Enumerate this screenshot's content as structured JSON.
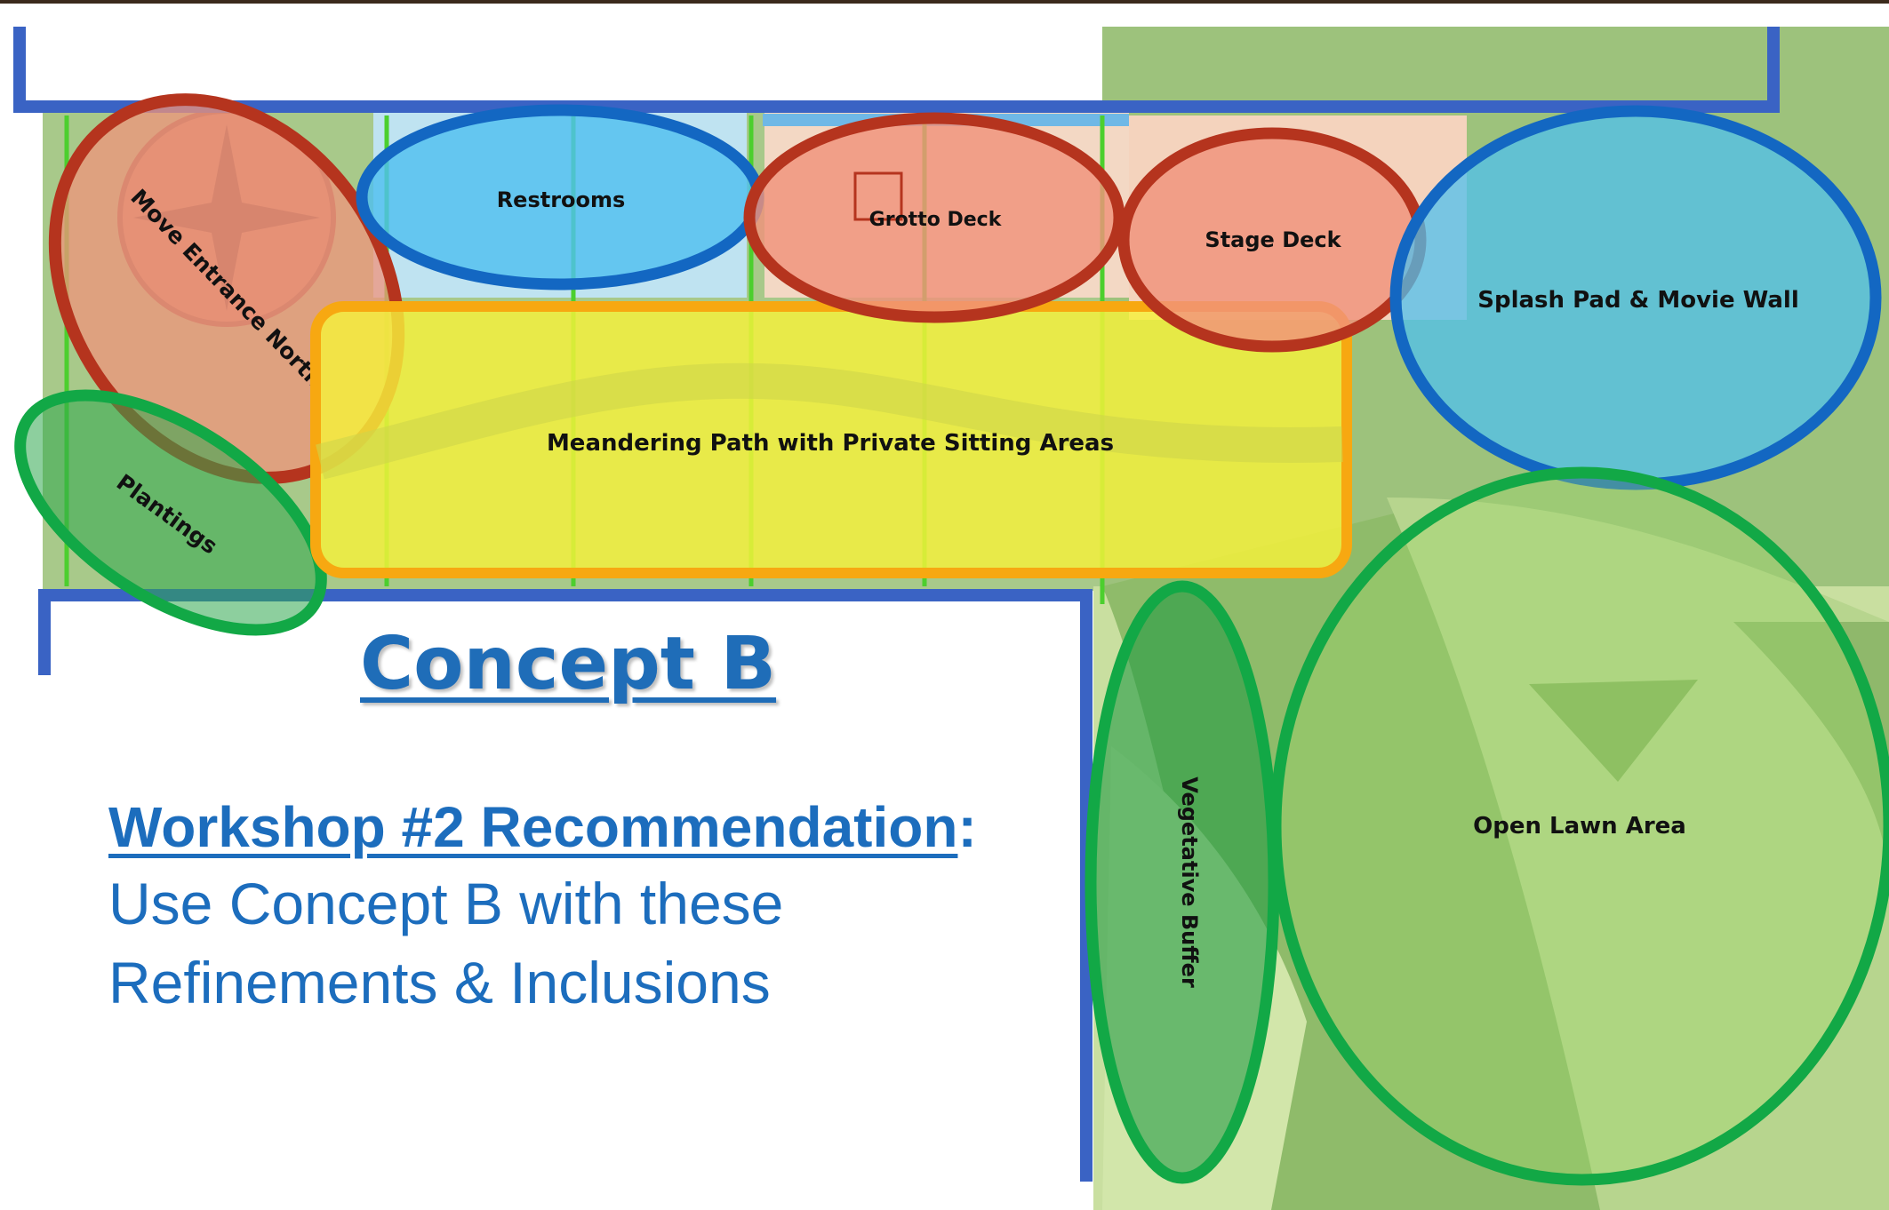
{
  "concept_title": "Concept B",
  "recommendation": {
    "heading": "Workshop #2 Recommendation",
    "heading_suffix": ":",
    "line1": "Use Concept B with these",
    "line2": "Refinements & Inclusions"
  },
  "zones": {
    "move_entrance_north": "Move Entrance North",
    "plantings": "Plantings",
    "restrooms": "Restrooms",
    "grotto_deck": "Grotto Deck",
    "stage_deck": "Stage Deck",
    "splash_pad": "Splash Pad & Movie Wall",
    "meandering_path": "Meandering Path with Private Sitting Areas",
    "vegetative_buffer": "Vegetative Buffer",
    "open_lawn": "Open Lawn Area"
  },
  "colors": {
    "red_outline": "#b5341e",
    "red_fill": "#f0937b",
    "blue_outline": "#1367c2",
    "blue_fill": "#4fc0ef",
    "green_outline": "#12a846",
    "yellow_fill": "#f6f23a",
    "orange_outline": "#f7a811",
    "wall_blue": "#3a63c4",
    "title_blue": "#1f6db8"
  }
}
